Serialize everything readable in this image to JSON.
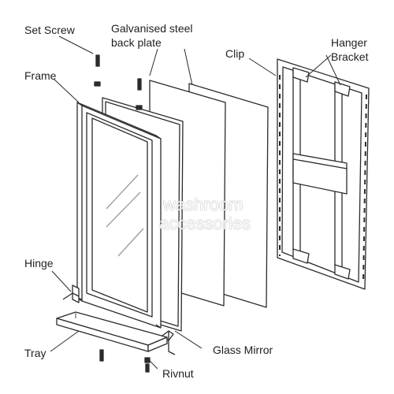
{
  "labels": {
    "set_screw": "Set Screw",
    "backplate_line1": "Galvanised steel",
    "backplate_line2": "back plate",
    "clip": "Clip",
    "hanger_line1": "Hanger",
    "hanger_line2": "Bracket",
    "frame": "Frame",
    "hinge": "Hinge",
    "tray": "Tray",
    "glass_mirror": "Glass Mirror",
    "rivnut": "Rivnut"
  },
  "watermark": {
    "line1": "washroom",
    "line2": "accessories"
  },
  "colors": {
    "line": "#2b2b2b",
    "text": "#1f1f1f"
  }
}
